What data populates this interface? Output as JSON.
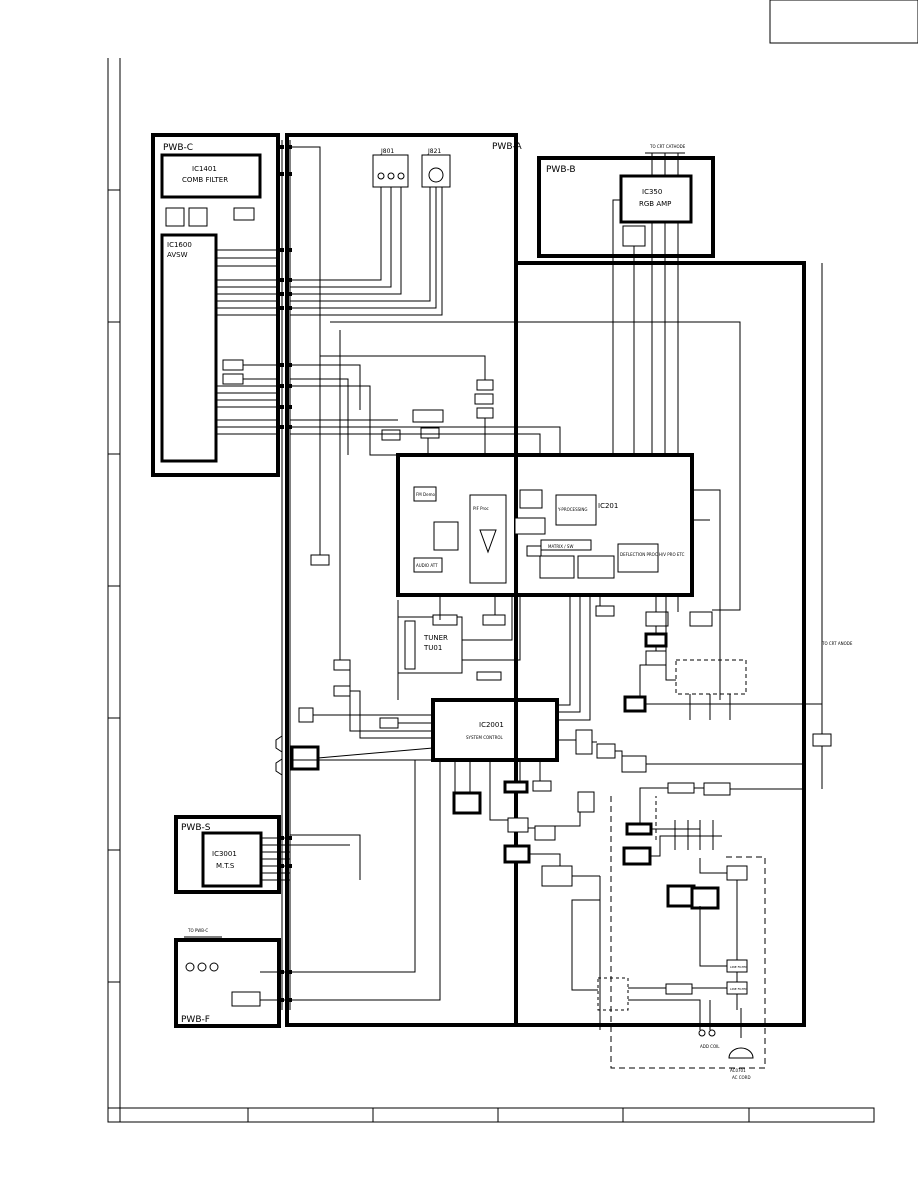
{
  "boards": {
    "pwb_c": "PWB-C",
    "pwb_a": "PWB-A",
    "pwb_b": "PWB-B",
    "pwb_s": "PWB-S",
    "pwb_f": "PWB-F"
  },
  "ics": {
    "ic1401": "IC1401",
    "comb_filter": "COMB FILTER",
    "ic1600": "IC1600",
    "avsw": "AVSW",
    "ic201": "IC201",
    "ic2001": "IC2001",
    "system_control": "SYSTEM CONTROL",
    "ic350": "IC350",
    "rgb_amp": "RGB AMP",
    "ic3001": "IC3001",
    "mts": "M.T.S",
    "tuner": "TUNER",
    "tu01": "TU01"
  },
  "jacks": {
    "j801": "J801",
    "j821": "J821",
    "to_crt_cathode": "TO CRT CATHODE",
    "to_pwb_c": "TO PWB-C"
  },
  "ic201_blocks": {
    "fm_demo": "FM Demo",
    "audio_att": "AUDIO ATT",
    "pif_proc": "PIF Proc",
    "y_processing": "Y-PROCESSING",
    "matrix": "MATRIX / SW",
    "deflection": "DEFLECTION PROC.H/V PRO ETC"
  },
  "power": {
    "ac_cord": "AC CORD",
    "ac_cord_ref": "AC0701",
    "line_filter_1": "LINE FILTER",
    "line_filter_2": "LINE FILTER",
    "add_coil": "ADD COIL",
    "to_crt_anode": "TO CRT ANODE"
  }
}
